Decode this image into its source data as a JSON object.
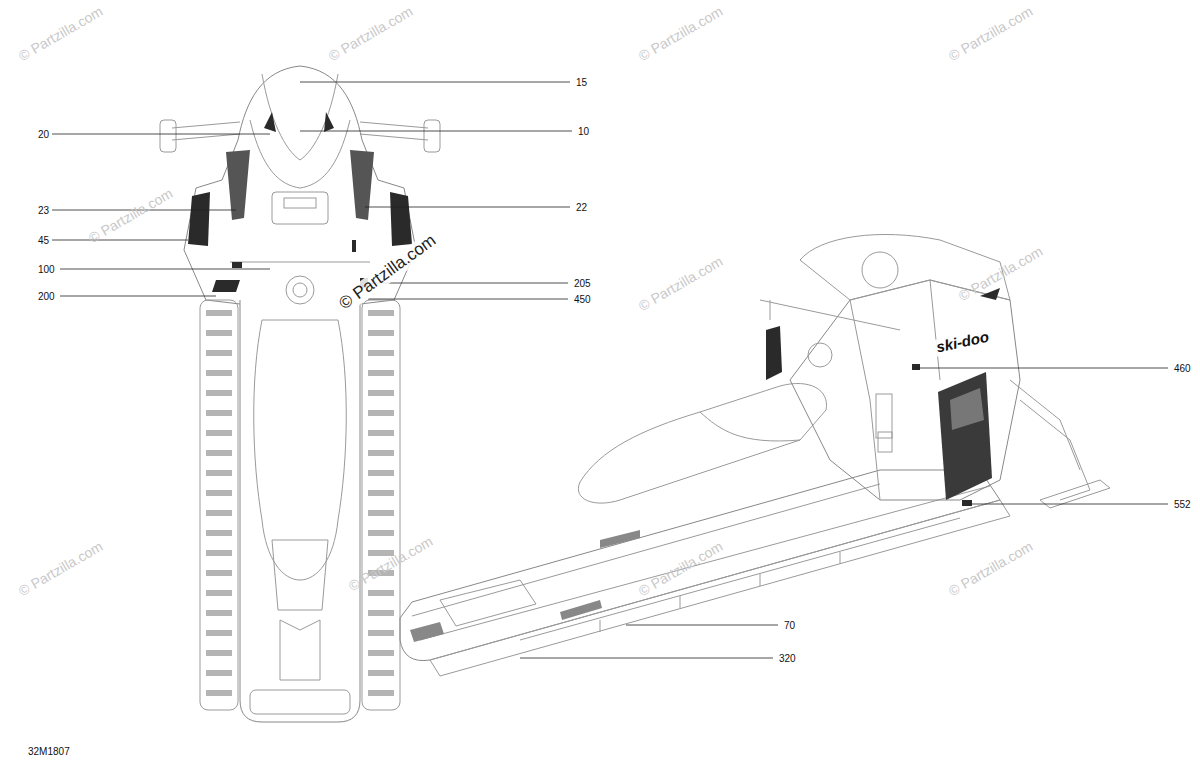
{
  "diagram": {
    "labels": [
      "15",
      "20",
      "10",
      "23",
      "22",
      "45",
      "100",
      "200",
      "205",
      "450",
      "460",
      "552",
      "70",
      "320",
      "32M1807",
      "ski-doo",
      "© Partzilla.com",
      "© Partzilla.com",
      "© Partzilla.com",
      "© Partzilla.com",
      "© Partzilla.com",
      "© Partzilla.com",
      "© Partzilla.com",
      "© Partzilla.com",
      "© Partzilla.com",
      "© Partzilla.com",
      "© Partzilla.com",
      "© Partzilla.com"
    ]
  }
}
